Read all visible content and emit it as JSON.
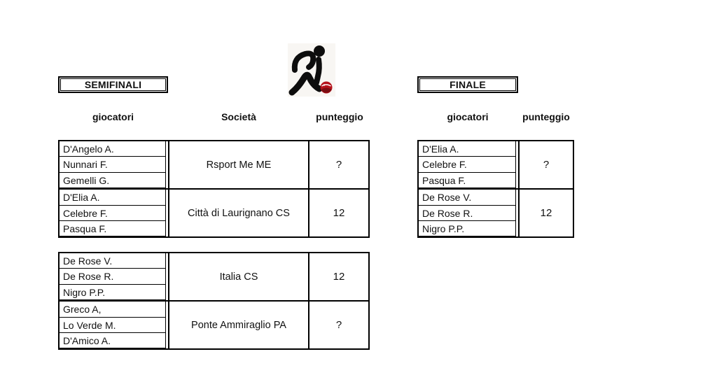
{
  "page": {
    "background": "#ffffff",
    "text_color": "#111111",
    "border_color": "#000000"
  },
  "icon": {
    "name": "bocce-player-icon",
    "silhouette_color": "#0d0d0d",
    "ball_color": "#b5121b",
    "ball_shade": "#7a0d12"
  },
  "semifinali": {
    "title": "SEMIFINALI",
    "columns": {
      "players": "giocatori",
      "society": "Società",
      "score": "punteggio"
    },
    "matches": [
      {
        "teams": [
          {
            "players": [
              "D'Angelo A.",
              "Nunnari F.",
              "Gemelli G."
            ],
            "society": "Rsport Me ME",
            "score": "?"
          },
          {
            "players": [
              "D'Elia A.",
              "Celebre F.",
              "Pasqua F."
            ],
            "society": "Città di Laurignano CS",
            "score": "12"
          }
        ]
      },
      {
        "teams": [
          {
            "players": [
              "De Rose V.",
              "De Rose R.",
              "Nigro P.P."
            ],
            "society": "Italia CS",
            "score": "12"
          },
          {
            "players": [
              "Greco A,",
              "Lo Verde M.",
              "D'Amico A."
            ],
            "society": "Ponte Ammiraglio PA",
            "score": "?"
          }
        ]
      }
    ]
  },
  "finale": {
    "title": "FINALE",
    "columns": {
      "players": "giocatori",
      "score": "punteggio"
    },
    "match": {
      "teams": [
        {
          "players": [
            "D'Elia A.",
            "Celebre F.",
            "Pasqua F."
          ],
          "score": "?"
        },
        {
          "players": [
            "De Rose V.",
            "De Rose R.",
            "Nigro P.P."
          ],
          "score": "12"
        }
      ]
    }
  }
}
